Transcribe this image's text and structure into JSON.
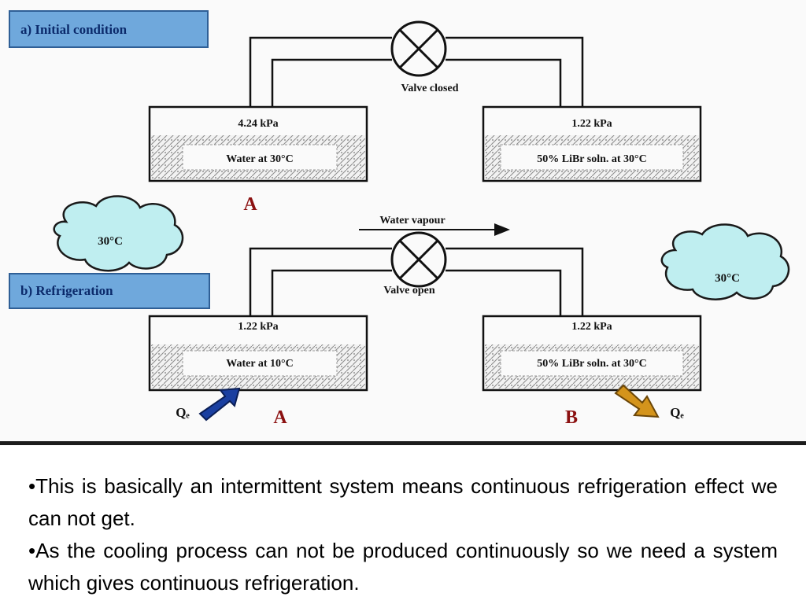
{
  "diagram": {
    "section_a": {
      "title": "a) Initial condition",
      "valve_label": "Valve closed",
      "left_vessel": {
        "pressure": "4.24 kPa",
        "content": "Water at 30°C",
        "letter": "A"
      },
      "right_vessel": {
        "pressure": "1.22 kPa",
        "content": "50% LiBr soln. at 30°C"
      }
    },
    "flow_label": "Water vapour",
    "section_b": {
      "title": "b) Refrigeration",
      "valve_label": "Valve open",
      "left_vessel": {
        "pressure": "1.22 kPa",
        "content": "Water at 10°C",
        "letter": "A",
        "heat_label": "Qₑ"
      },
      "right_vessel": {
        "pressure": "1.22 kPa",
        "content": "50% LiBr soln. at 30°C",
        "letter": "B",
        "heat_label": "Qₑ"
      }
    },
    "clouds": {
      "left": "30°C",
      "right": "30°C"
    },
    "colors": {
      "title_box": "#6fa8dc",
      "cloud": "#bfeef0",
      "heat_in_arrow": "#1a3fa0",
      "heat_out_arrow": "#d4941c"
    }
  },
  "text": {
    "bullet_one": "•This is basically an intermittent system means  continuous refrigeration effect we can not get.",
    "bullet_two": "•As the cooling process can not be produced continuously so we need a system which gives continuous refrigeration."
  }
}
